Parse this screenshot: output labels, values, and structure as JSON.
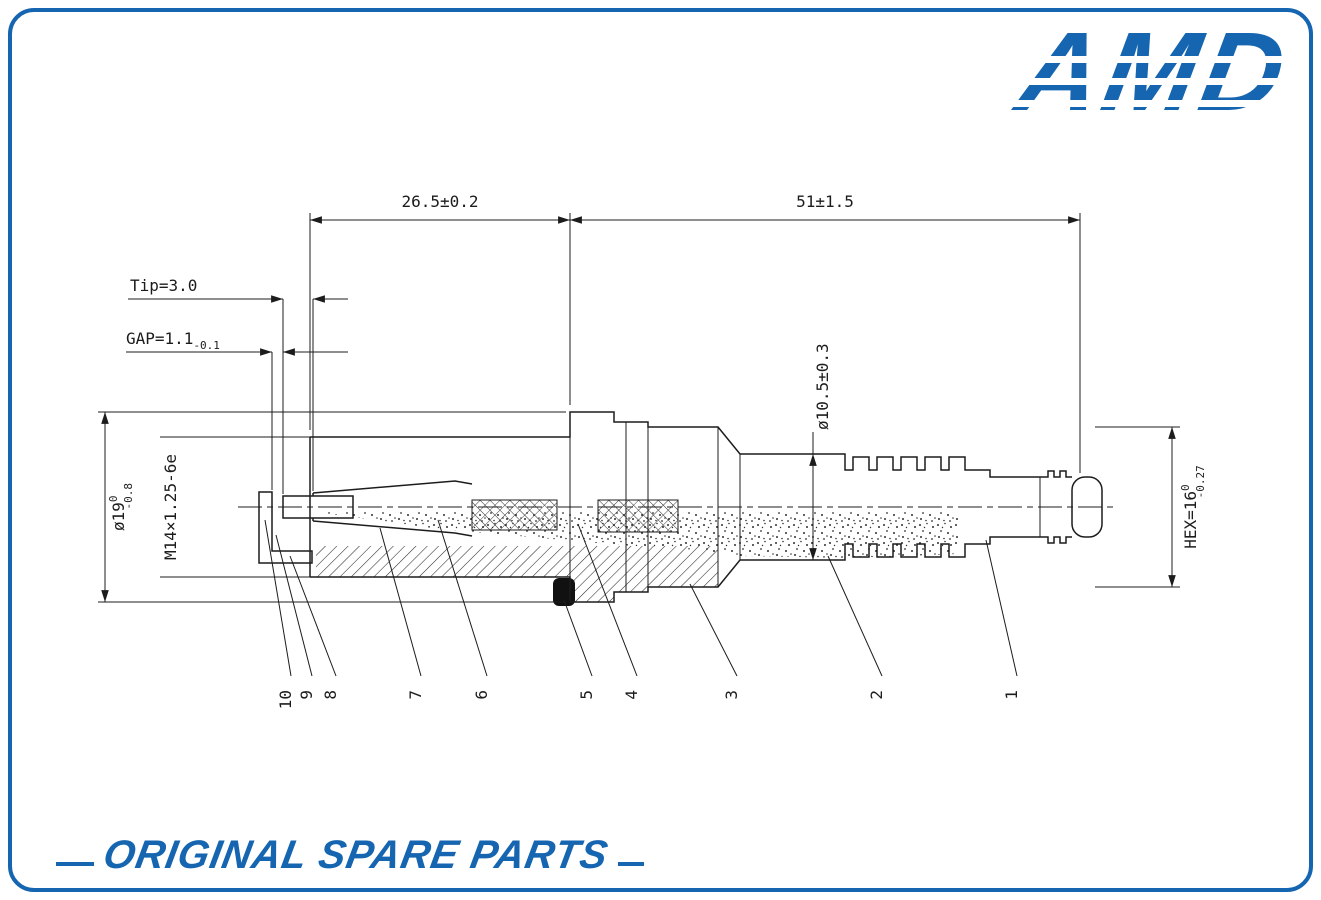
{
  "page": {
    "accent": "#1565b0",
    "ink": "#1c1c1c"
  },
  "brand": {
    "logo_text": "AMD",
    "footer_text": "ORIGINAL SPARE PARTS"
  },
  "dims": {
    "len_left": "26.5±0.2",
    "len_right": "51±1.5",
    "tip": "Tip=3.0",
    "gap_main": "GAP=1.1",
    "gap_sub": "-0.1",
    "dia19_main": "ø19",
    "dia19_sup": "0",
    "dia19_sub": "-0.8",
    "thread_spec": "M14×1.25-6e",
    "dia_insulator": "ø10.5±0.3",
    "hex_main": "HEX=16",
    "hex_sup": "0",
    "hex_sub": "-0.27"
  },
  "parts": [
    "10",
    "9",
    "8",
    "7",
    "6",
    "5",
    "4",
    "3",
    "2",
    "1"
  ]
}
